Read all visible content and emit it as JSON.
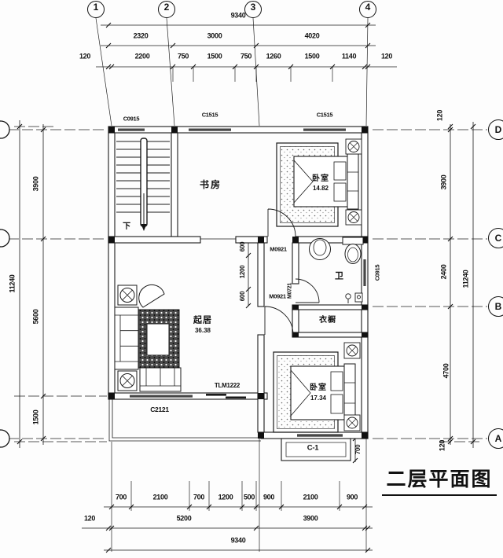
{
  "title": "二层平面图",
  "grid": {
    "cols": [
      "1",
      "2",
      "3",
      "4"
    ],
    "rows": [
      "D",
      "C",
      "B",
      "A"
    ]
  },
  "dims": {
    "top": {
      "total": "9340",
      "spans": [
        "2320",
        "3000",
        "4020"
      ],
      "detail": [
        "120",
        "2200",
        "750",
        "1500",
        "750",
        "1260",
        "1500",
        "1140",
        "120"
      ]
    },
    "bottom": {
      "detail": [
        "700",
        "2100",
        "700",
        "1200",
        "500",
        "900",
        "2100",
        "900"
      ],
      "spans": [
        "120",
        "5200",
        "3900"
      ],
      "total": "9340"
    },
    "left": {
      "segments": [
        "3900",
        "5600",
        "1500"
      ],
      "total": "11240"
    },
    "right": {
      "segments": [
        "120",
        "3900",
        "2400",
        "4700",
        "120"
      ],
      "total": "11240"
    },
    "hall": [
      "600",
      "1200",
      "600"
    ],
    "bay_depth": "700"
  },
  "rooms": {
    "study": "书房",
    "bath": "卫",
    "closet": "衣橱",
    "living": "起居",
    "living_area": "36.38",
    "bedroom_top": "卧室",
    "bedroom_top_area": "14.82",
    "bedroom_bottom": "卧室",
    "bedroom_bottom_area": "17.34",
    "stair_down": "下"
  },
  "openings": {
    "win_stair": "C0915",
    "win_study": "C1515",
    "win_bed_top": "C1515",
    "win_bath": "C0915",
    "win_living": "C2121",
    "balcony_door": "TLM1222",
    "bay_window": "C-1",
    "door_bed_top": "M0921",
    "door_bed_bottom": "M0921",
    "door_bath": "M0721"
  },
  "colors": {
    "line": "#1a1a1a",
    "paper": "#fdfdfd",
    "window_fill": "#474747"
  }
}
